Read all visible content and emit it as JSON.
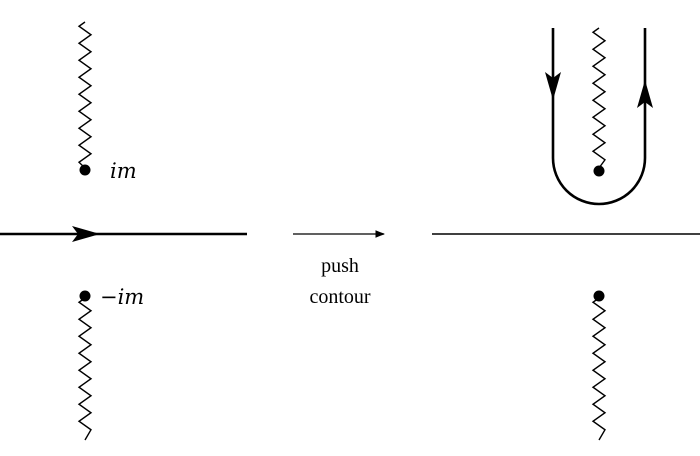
{
  "labels": {
    "pole_upper": "im",
    "pole_lower": "−im",
    "arrow_caption_line1": "push",
    "arrow_caption_line2": "contour"
  }
}
